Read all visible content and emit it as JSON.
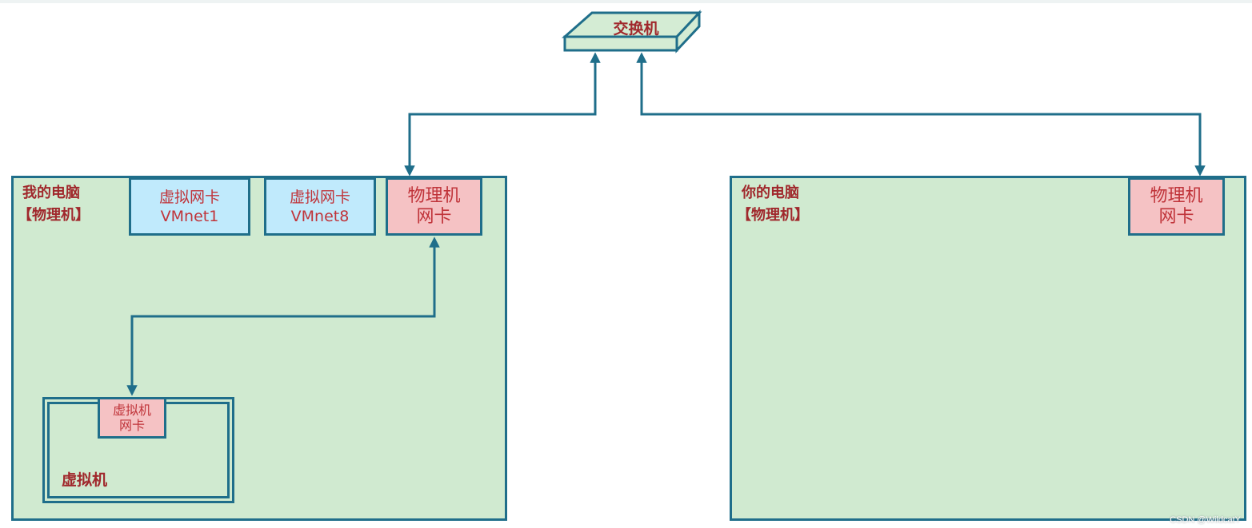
{
  "switch": {
    "label": "交换机"
  },
  "my_pc": {
    "title": "我的电脑",
    "subtitle": "【物理机】",
    "vnic1": {
      "line1": "虚拟网卡",
      "line2": "VMnet1"
    },
    "vnic8": {
      "line1": "虚拟网卡",
      "line2": "VMnet8"
    },
    "pnic": {
      "line1": "物理机",
      "line2": "网卡"
    },
    "vm": {
      "label": "虚拟机",
      "nic": {
        "line1": "虚拟机",
        "line2": "网卡"
      }
    }
  },
  "your_pc": {
    "title": "你的电脑",
    "subtitle": "【物理机】",
    "pnic": {
      "line1": "物理机",
      "line2": "网卡"
    }
  },
  "watermark": "CSDN @WildcatY",
  "colors": {
    "line": "#1f6e8a",
    "pc_fill": "#d0ead0",
    "virtual_nic_fill": "#c0eafc",
    "physical_nic_fill": "#f5c2c4",
    "label_red": "#a0282c"
  }
}
